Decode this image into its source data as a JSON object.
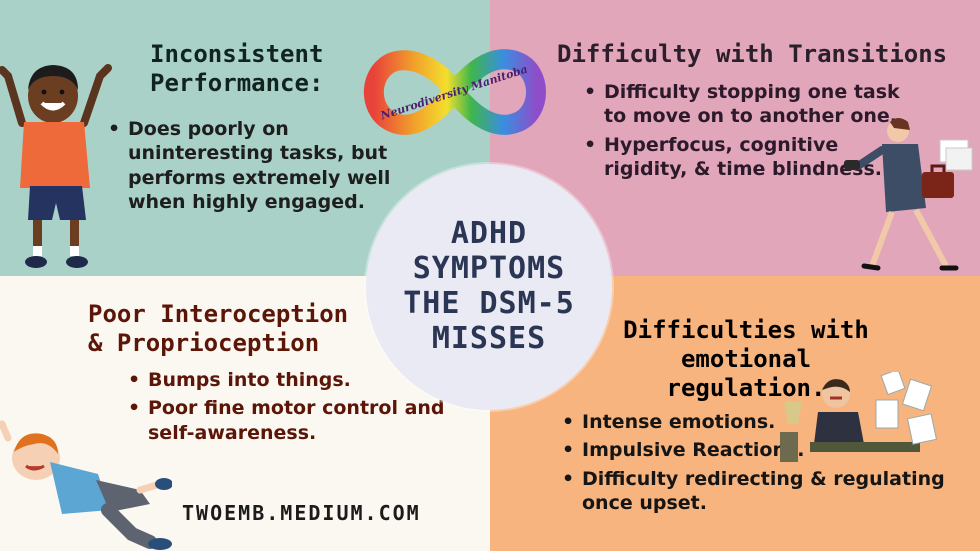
{
  "center": {
    "lines": [
      "ADHD",
      "SYMPTOMS",
      "THE DSM-5",
      "MISSES"
    ]
  },
  "top_left": {
    "heading_lines": [
      "Inconsistent",
      "Performance:"
    ],
    "bullets": [
      "Does poorly on uninteresting tasks, but performs extremely well when highly engaged."
    ]
  },
  "top_right": {
    "heading": "Difficulty with Transitions",
    "bullets": [
      "Difficulty stopping one task to move on to another one.",
      "Hyperfocus, cognitive rigidity, & time blindness."
    ]
  },
  "bottom_left": {
    "heading_lines": [
      "Poor Interoception",
      "& Proprioception"
    ],
    "bullets": [
      "Bumps into things.",
      "Poor fine motor control and self-awareness."
    ]
  },
  "bottom_right": {
    "heading_lines": [
      "Difficulties with",
      "emotional regulation."
    ],
    "bullets": [
      "Intense emotions.",
      "Impulsive Reactions.",
      "Difficulty redirecting & regulating once upset."
    ]
  },
  "logo": {
    "text": "Neurodiversity Manitoba"
  },
  "footer": {
    "url": "TWOEMB.MEDIUM.COM"
  },
  "colors": {
    "top_left_bg": "#a9d1c7",
    "top_right_bg": "#e2a6bb",
    "bottom_left_bg": "#fbf8f1",
    "bottom_right_bg": "#f7b47e",
    "center_circle": "#e9eaf3",
    "center_text": "#2b3654",
    "heading_brown": "#5c1608"
  },
  "icons": [
    "infinity-logo",
    "cheering-boy-illustration",
    "hurrying-businesswoman-illustration",
    "falling-boy-illustration",
    "angry-man-at-desk-illustration"
  ]
}
